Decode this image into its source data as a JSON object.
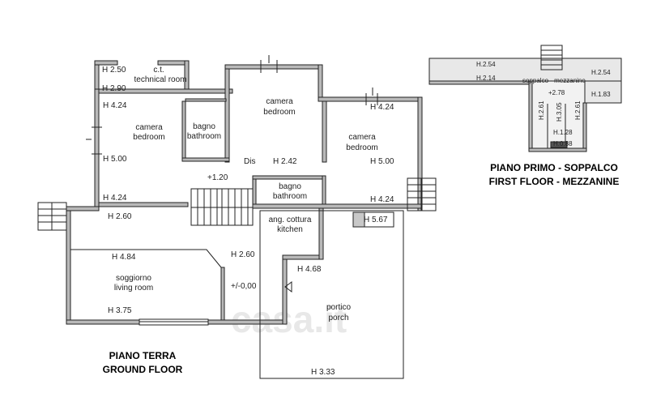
{
  "ground_floor": {
    "caption_it": "PIANO TERRA",
    "caption_en": "GROUND FLOOR",
    "rooms": {
      "technical": {
        "it": "c.t.",
        "en": "technical room"
      },
      "bedroom_left": {
        "it": "camera",
        "en": "bedroom"
      },
      "bathroom_top": {
        "it": "bagno",
        "en": "bathroom"
      },
      "bedroom_center": {
        "it": "camera",
        "en": "bedroom"
      },
      "bedroom_right": {
        "it": "camera",
        "en": "bedroom"
      },
      "bathroom_mid": {
        "it": "bagno",
        "en": "bathroom"
      },
      "kitchen": {
        "it": "ang. cottura",
        "en": "kitchen"
      },
      "living": {
        "it": "soggiorno",
        "en": "living room"
      },
      "porch": {
        "it": "portico",
        "en": "porch"
      }
    },
    "dis_label": "Dis",
    "levels": {
      "stair": "+1.20",
      "living": "+/-0,00"
    },
    "heights": {
      "tech_top": "H 2.50",
      "tech_bottom": "H 2.90",
      "bed_left_top": "H 4.24",
      "bed_left_mid": "H 5.00",
      "bed_left_bottom": "H 4.24",
      "dis": "H 2.42",
      "bed_right_top": "H 4.24",
      "bed_right_mid": "H 5.00",
      "bed_right_bottom": "H 4.24",
      "stair_area": "H 2.60",
      "living_top": "H 4.84",
      "living_bottom": "H 3.75",
      "center": "H 2.60",
      "kitchen_right": "H 5.67",
      "corridor": "H 4.68",
      "porch": "H 3.33"
    }
  },
  "mezzanine": {
    "caption_it": "PIANO PRIMO - SOPPALCO",
    "caption_en": "FIRST FLOOR - MEZZANINE",
    "room": "soppalco - mezzanine",
    "level": "+2.78",
    "heights": {
      "left_top": "H.2.54",
      "left_mid": "H.2.14",
      "right_top": "H.2.54",
      "right_mid": "H.1.83",
      "v1": "H.2.61",
      "v2": "H.3.05",
      "v3": "H.2.61",
      "small": "H.1.28",
      "bottom": "H.0.88"
    }
  },
  "watermark": "casa.it"
}
